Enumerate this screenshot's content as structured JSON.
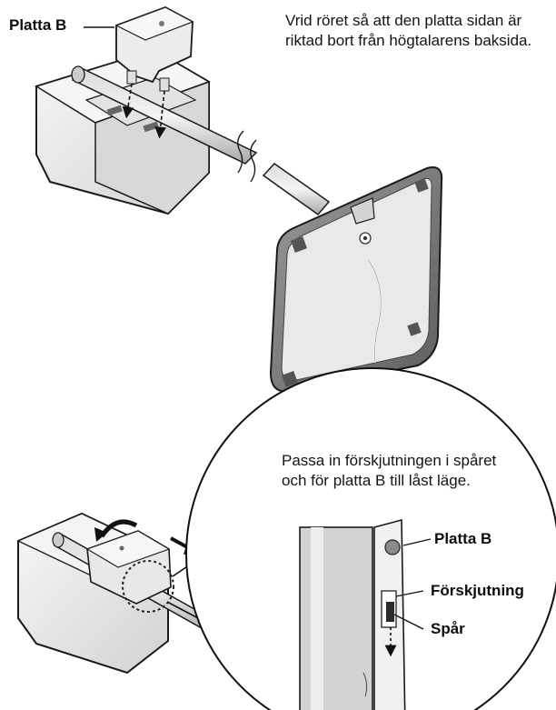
{
  "instructions": {
    "step1": "Vrid röret så att den platta sidan är riktad bort från högtalarens baksida.",
    "step2": "Passa in förskjutningen i spåret och för platta B till låst läge."
  },
  "labels": {
    "plate_b_top": "Platta B",
    "plate_b_detail": "Platta B",
    "offset": "Förskjutning",
    "groove": "Spår"
  },
  "colors": {
    "line": "#1a1a1a",
    "speaker_light": "#f2f2f2",
    "speaker_shade": "#cfcfcf",
    "base_plate": "#7a7a7a",
    "base_inner": "#e6e6e6",
    "pad": "#555555"
  }
}
